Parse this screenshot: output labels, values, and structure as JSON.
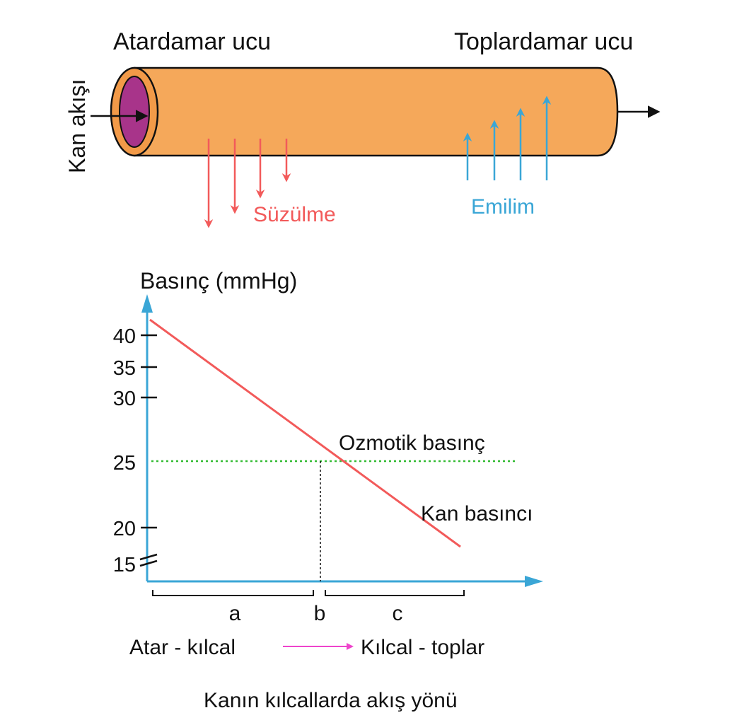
{
  "vessel": {
    "arterial_end_label": "Atardamar ucu",
    "venous_end_label": "Toplardamar ucu",
    "blood_flow_label": "Kan akışı",
    "filtration_label": "Süzülme",
    "absorption_label": "Emilim",
    "colors": {
      "tube_fill": "#f5a85a",
      "tube_stroke": "#111111",
      "lumen": "#a8348a",
      "filtration": "#f25a5a",
      "absorption": "#3aa6d6"
    }
  },
  "chart": {
    "y_axis_label": "Basınç (mmHg)",
    "y_tick_labels": [
      "40",
      "35",
      "30",
      "25",
      "20",
      "15"
    ],
    "osmotic_label": "Ozmotik basınç",
    "blood_pressure_label": "Kan basıncı",
    "segment_a": "a",
    "segment_b": "b",
    "segment_c": "c",
    "from_label": "Atar - kılcal",
    "to_label": "Kılcal - toplar",
    "direction_caption": "Kanın kılcallarda akış yönü",
    "colors": {
      "axis": "#3aa6d6",
      "blood_pressure": "#f25a5a",
      "osmotic": "#33bb33",
      "direction_arrow": "#ee44cc"
    }
  },
  "chart_data": {
    "type": "line",
    "title": "",
    "xlabel": "Kanın kılcallarda akış yönü",
    "ylabel": "Basınç (mmHg)",
    "y_ticks": [
      40,
      35,
      30,
      25,
      20,
      15
    ],
    "y_axis_break_at": 15,
    "series": [
      {
        "name": "Kan basıncı",
        "x": [
          0,
          1
        ],
        "y": [
          42,
          18
        ]
      },
      {
        "name": "Ozmotik basınç",
        "x": [
          0,
          1
        ],
        "y": [
          25,
          25
        ]
      }
    ],
    "crossing_marker": "b",
    "segments": [
      "a",
      "b",
      "c"
    ]
  }
}
